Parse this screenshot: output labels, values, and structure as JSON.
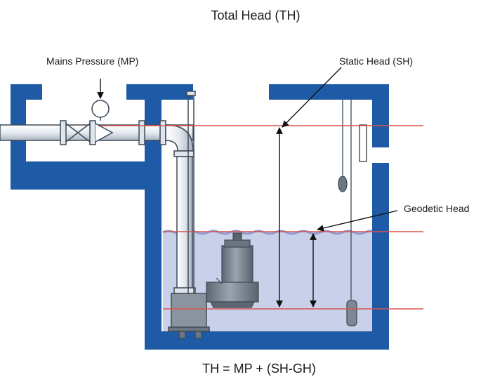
{
  "title": "Total Head (TH)",
  "labels": {
    "mains_pressure": "Mains Pressure (MP)",
    "static_head": "Static Head (SH)",
    "geodetic_head": "Geodetic Head"
  },
  "formula": "TH = MP + (SH-GH)",
  "colors": {
    "wall": "#1f5aa6",
    "water": "#c9d1ea",
    "water_surface": "#8e9fd1",
    "head_line": "#d9534f",
    "pipe": "#e9edf2",
    "pipe_stroke": "#3d4a58",
    "pump": "#7f8a96",
    "text": "#1a1a1a"
  }
}
